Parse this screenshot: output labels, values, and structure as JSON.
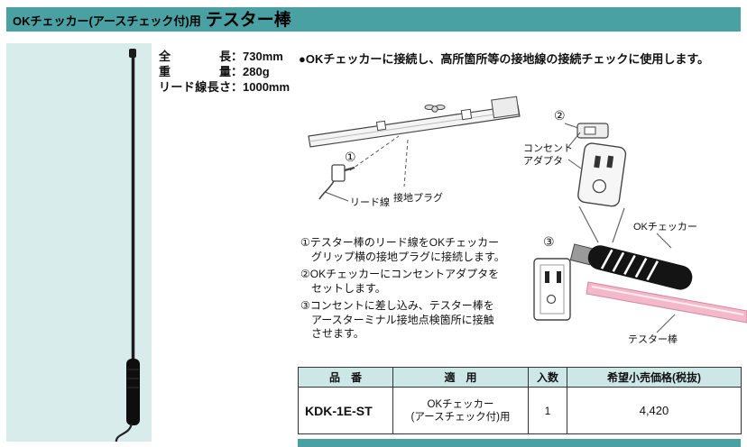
{
  "colors": {
    "teal": "#49a1a3",
    "panel_bg": "#d8ecec",
    "table_header_bg": "#cde7e7",
    "tester_rod_pink": "#f3b9ca"
  },
  "header": {
    "prefix": "OKチェッカー(アースチェック付)用",
    "title": "テスター棒"
  },
  "specs": [
    {
      "label": "全長",
      "value": "：730mm"
    },
    {
      "label": "重量",
      "value": "：280g"
    },
    {
      "label": "リード線長さ",
      "value": "：1000mm"
    }
  ],
  "description": "●OKチェッカーに接続し、高所箇所等の接地線の接続チェックに使用します。",
  "diagram": {
    "step1_num": "①",
    "step2_num": "②",
    "step3_num": "③",
    "lead_wire": "リード線",
    "ground_plug": "接地プラグ",
    "outlet_adapter_line1": "コンセント",
    "outlet_adapter_line2": "アダプタ",
    "ok_checker": "OKチェッカー",
    "tester_rod": "テスター棒"
  },
  "steps": [
    "①テスター棒のリード線をOKチェッカー\n　グリップ横の接地プラグに接続します。",
    "②OKチェッカーにコンセントアダプタを\n　セットします。",
    "③コンセントに差し込み、テスター棒を\n　アースターミナル接地点検箇所に接触\n　させます。"
  ],
  "table": {
    "headers": [
      "品　番",
      "適　用",
      "入数",
      "希望小売価格(税抜)"
    ],
    "rows": [
      {
        "part_no": "KDK-1E-ST",
        "application": "OKチェッカー\n(アースチェック付)用",
        "qty": "1",
        "price": "4,420"
      }
    ]
  }
}
